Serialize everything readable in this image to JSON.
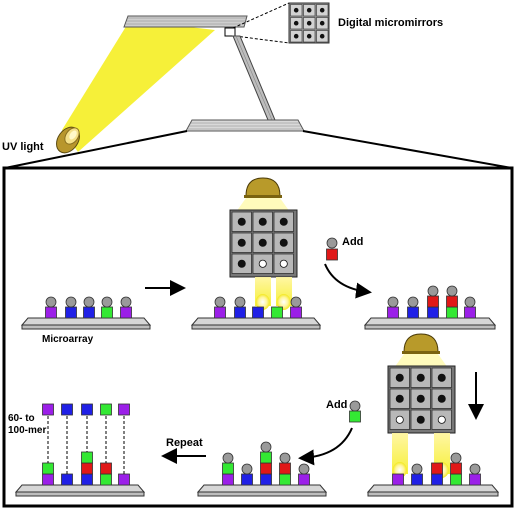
{
  "labels": {
    "digital_micromirrors": "Digital micromirrors",
    "uv_light": "UV light",
    "add_1": "Add",
    "add_2": "Add",
    "microarray": "Microarray",
    "repeat": "Repeat",
    "mer_line1": "60- to",
    "mer_line2": "100-mer"
  },
  "colors": {
    "purple": "#9b1fe8",
    "blue": "#2020e6",
    "red": "#e01818",
    "green": "#33e833",
    "gray_cap": "#9a9a9a",
    "light_yellow": "#f5ef3a",
    "lamp_gold": "#b89a2a",
    "mirror_gray": "#b8b8b8",
    "slide_gray": "#d6d6d6"
  },
  "icons": {
    "micromirror_grid": "micromirror-grid-icon",
    "uv_lamp": "uv-lamp-icon"
  }
}
